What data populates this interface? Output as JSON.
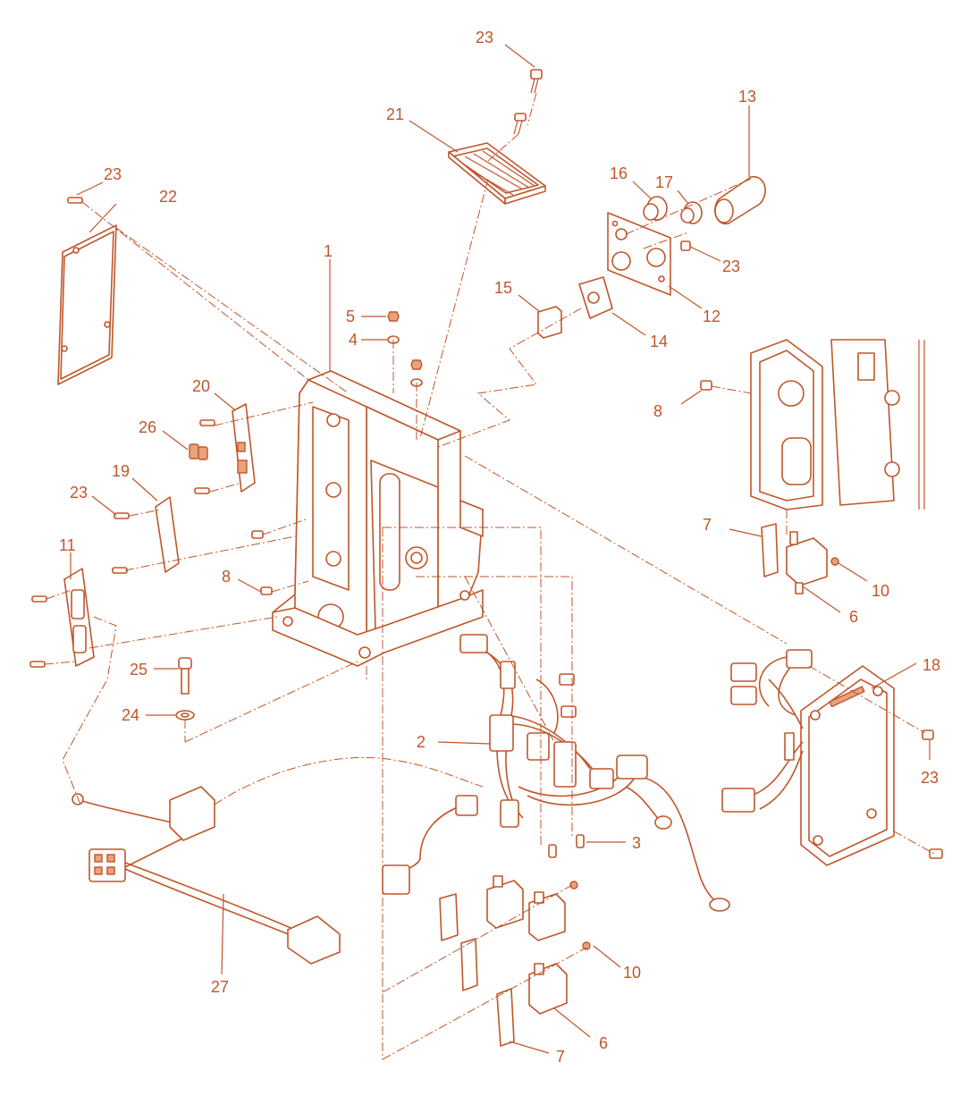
{
  "colors": {
    "ink": "#c0562a",
    "fill": "#e9a27b",
    "background": "#ffffff"
  },
  "callouts": {
    "c1": "1",
    "c2": "2",
    "c3": "3",
    "c4": "4",
    "c5": "5",
    "c6a": "6",
    "c6b": "6",
    "c7a": "7",
    "c7b": "7",
    "c8a": "8",
    "c8b": "8",
    "c10a": "10",
    "c10b": "10",
    "c11": "11",
    "c12": "12",
    "c13": "13",
    "c14": "14",
    "c15": "15",
    "c16": "16",
    "c17": "17",
    "c18": "18",
    "c19": "19",
    "c20": "20",
    "c21": "21",
    "c22": "22",
    "c23a": "23",
    "c23b": "23",
    "c23c": "23",
    "c23d": "23",
    "c23e": "23",
    "c24": "24",
    "c25": "25",
    "c26": "26",
    "c27": "27"
  }
}
